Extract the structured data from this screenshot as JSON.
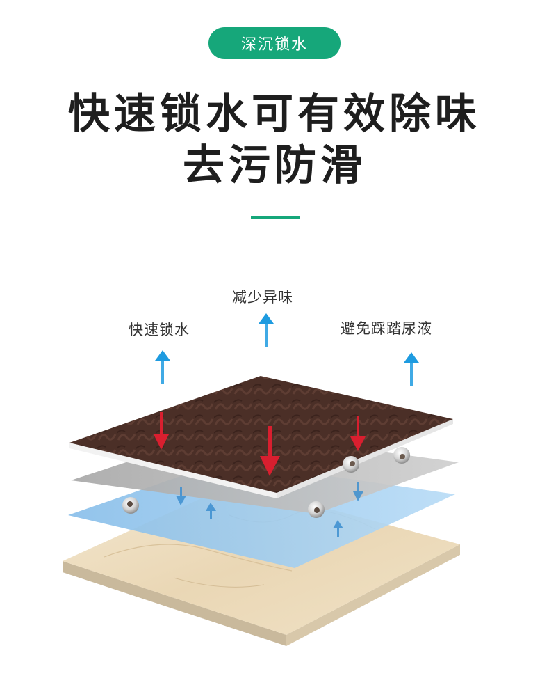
{
  "tag": {
    "label": "深沉锁水"
  },
  "headline": {
    "line1": "快速锁水可有效除味",
    "line2": "去污防滑"
  },
  "features": [
    {
      "label": "快速锁水"
    },
    {
      "label": "减少异味"
    },
    {
      "label": "避免踩踏尿液"
    }
  ],
  "colors": {
    "accent": "#16a77a",
    "headline": "#1e1e1e",
    "arrow_up": "#1e9be0",
    "arrow_down": "#d81f2f",
    "carpet": "#4a2e26",
    "grey_layer": "#b9b9b9",
    "blue_layer": "#9cc9ee",
    "tile": "#efe0c4"
  },
  "diagram": {
    "layers": [
      "carpet-layer",
      "grey-layer",
      "blue-layer",
      "marble-tile-layer"
    ],
    "icons": [
      "arrow-up-icon",
      "arrow-down-icon",
      "dirt-particle-icon"
    ]
  }
}
